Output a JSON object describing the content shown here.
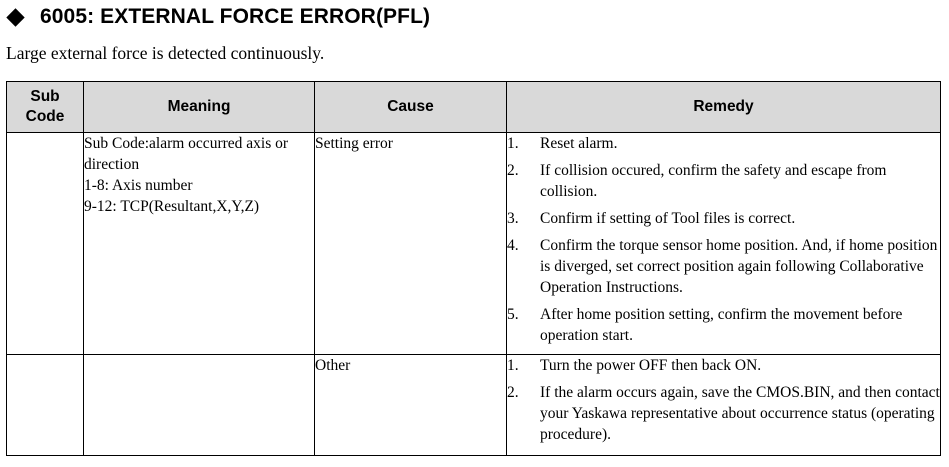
{
  "heading": {
    "bullet_icon": "diamond-bullet-icon",
    "title": "6005: EXTERNAL FORCE ERROR(PFL)"
  },
  "description": "Large external force is detected continuously.",
  "table": {
    "headers": {
      "sub_code": "Sub Code",
      "meaning": "Meaning",
      "cause": "Cause",
      "remedy": "Remedy"
    },
    "rows": [
      {
        "sub_code": "",
        "meaning_lines": [
          "Sub Code:alarm occurred axis or direction",
          "1-8: Axis number",
          "9-12: TCP(Resultant,X,Y,Z)"
        ],
        "cause": "Setting error",
        "remedy": [
          {
            "num": "1.",
            "text": "Reset alarm."
          },
          {
            "num": "2.",
            "text": "If collision occured, confirm the safety and escape from collision."
          },
          {
            "num": "3.",
            "text": "Confirm if setting of Tool files is correct."
          },
          {
            "num": "4.",
            "text": "Confirm the torque sensor home position. And, if home position is diverged, set correct position again following Collaborative Operation Instructions."
          },
          {
            "num": "5.",
            "text": "After home position setting, confirm the movement before operation start."
          }
        ]
      },
      {
        "sub_code": "",
        "meaning": "",
        "cause": "Other",
        "remedy": [
          {
            "num": "1.",
            "text": "Turn the power OFF then back ON."
          },
          {
            "num": "2.",
            "text": "If the alarm occurs again, save the CMOS.BIN, and then contact your Yaskawa representative about occurrence status (operating procedure)."
          }
        ]
      }
    ]
  }
}
